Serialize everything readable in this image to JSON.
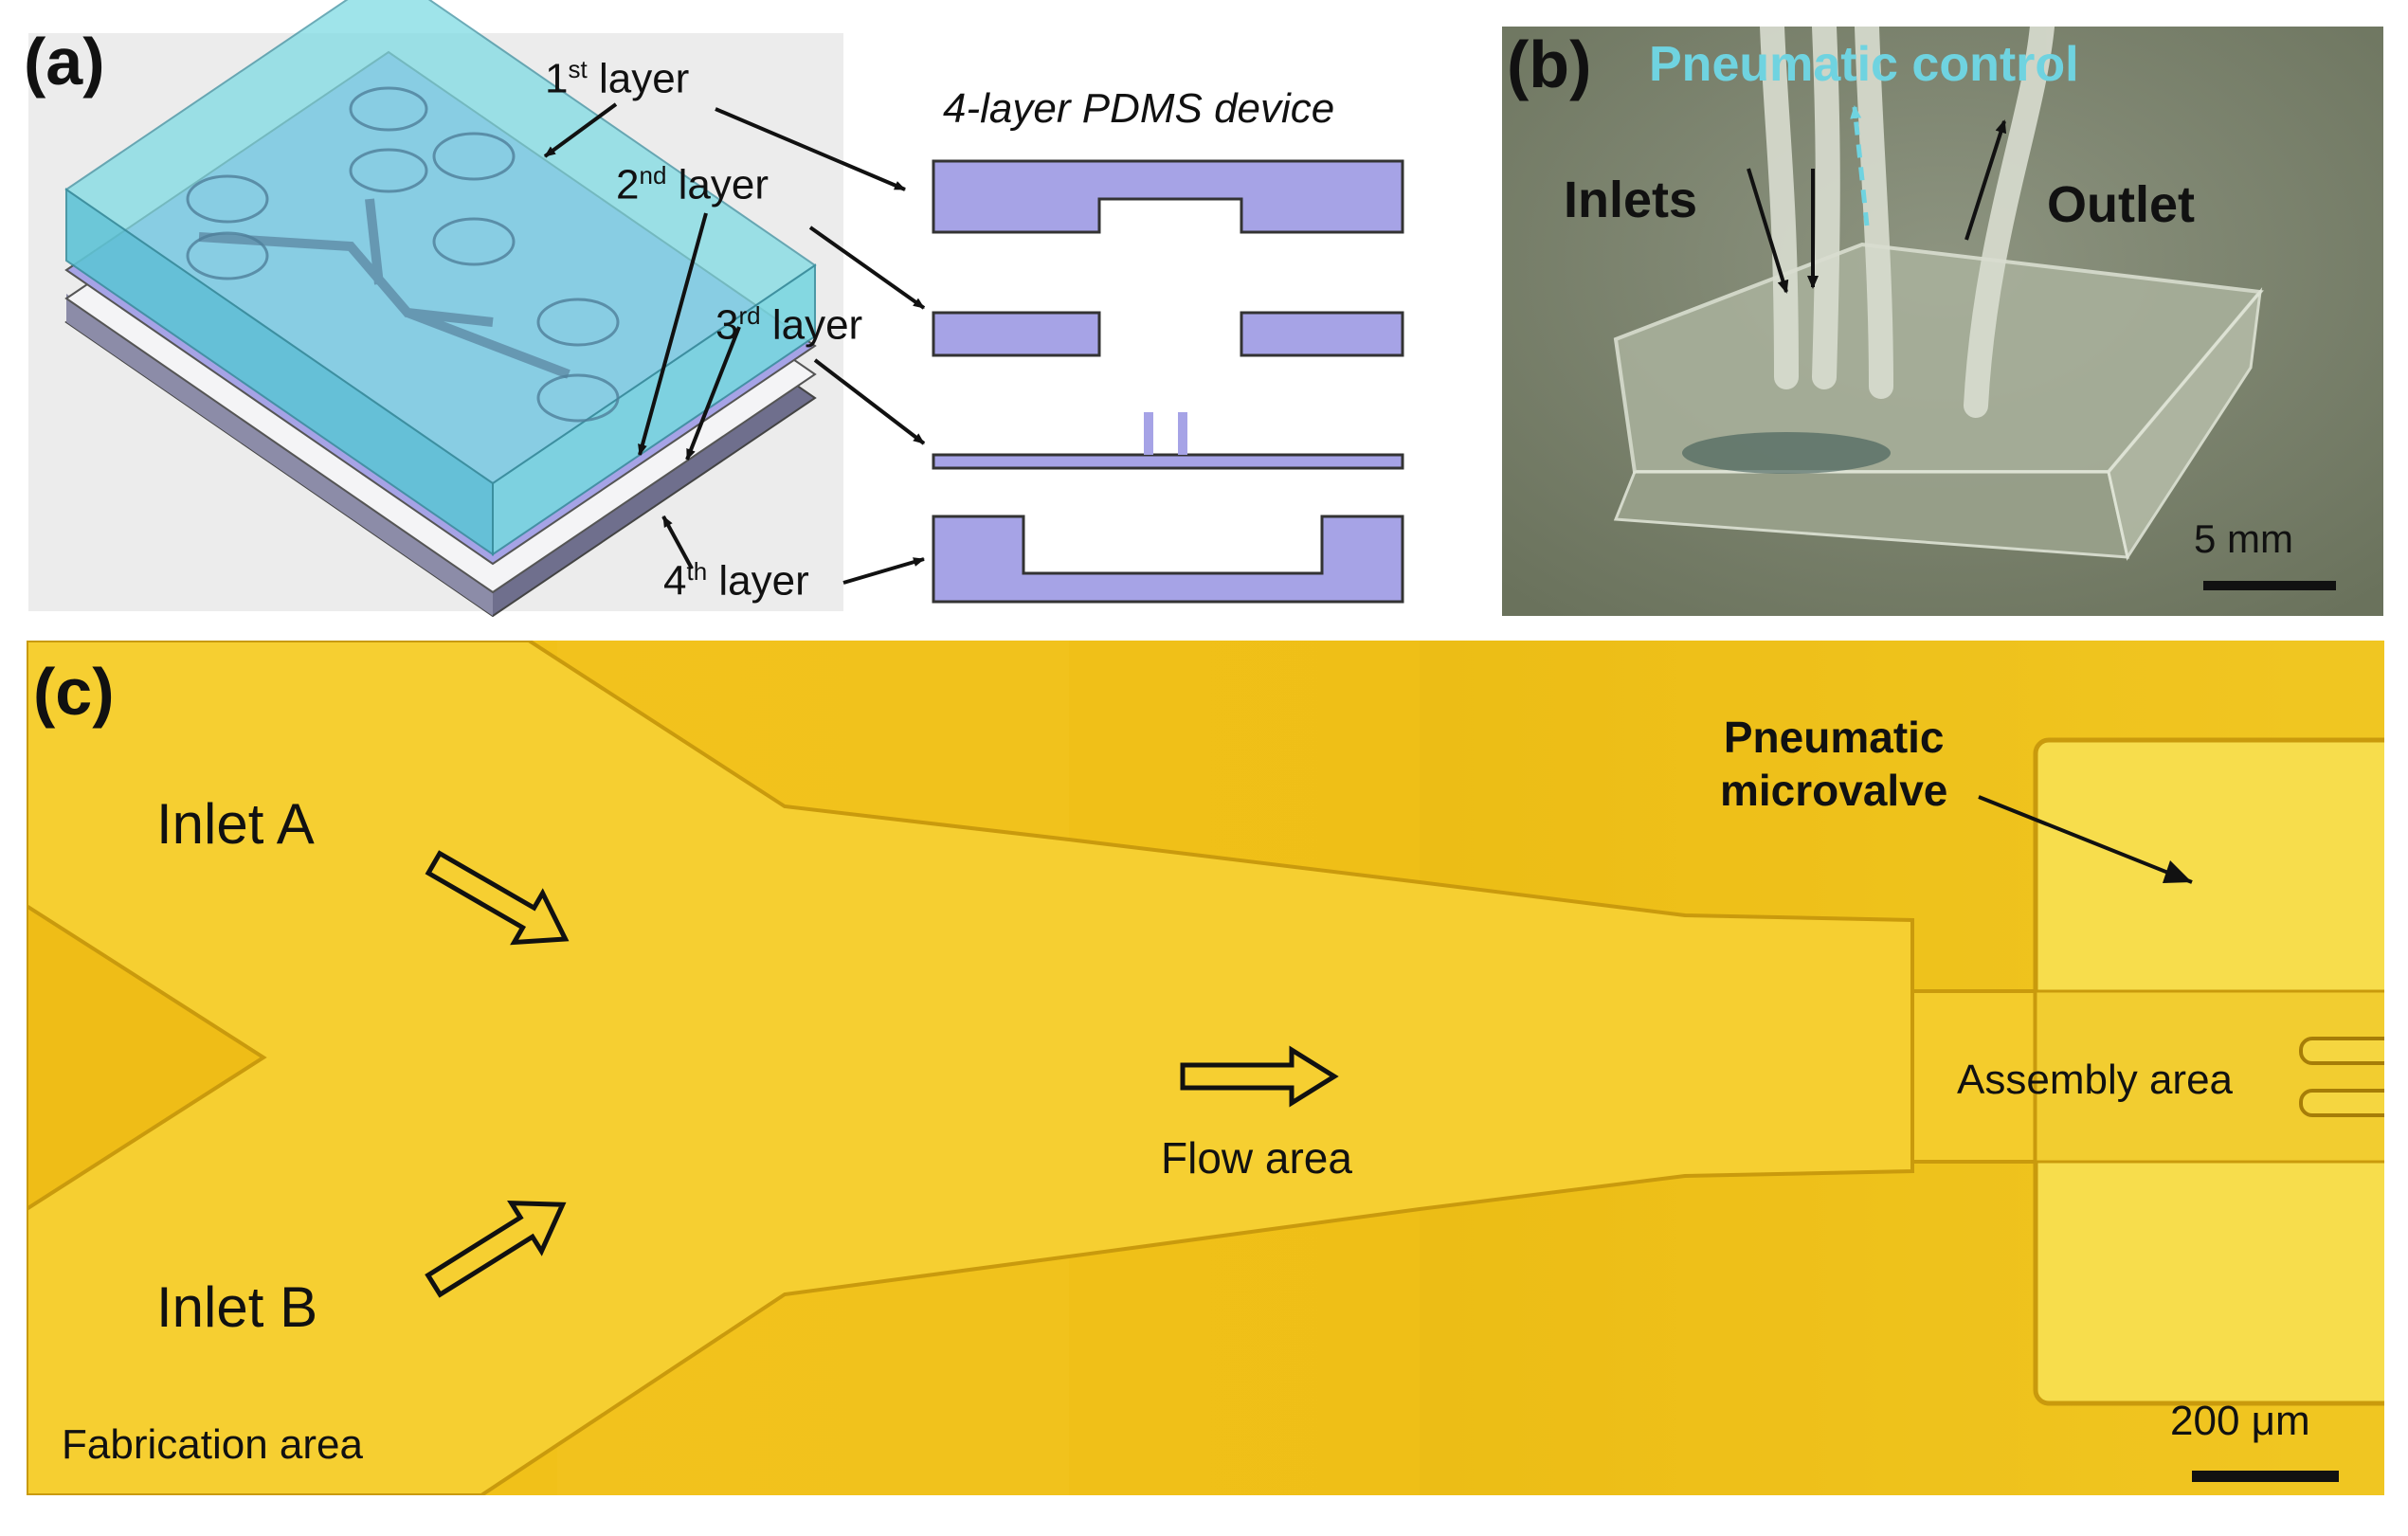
{
  "panel_a": {
    "label": "(a)",
    "layers": [
      "1",
      "2",
      "3",
      "4"
    ],
    "layer_sup": [
      "st",
      "nd",
      "rd",
      "th"
    ],
    "layer_word": "layer",
    "device_title": "4-layer PDMS device",
    "colors": {
      "layer_fill": "#a6a3e6",
      "top_block": "#66d5de",
      "bg": "#eeeeee"
    }
  },
  "panel_b": {
    "label": "(b)",
    "pneumatic_control": "Pneumatic control",
    "inlets": "Inlets",
    "outlet": "Outlet",
    "scale_bar": "5 mm",
    "colors": {
      "pneumatic": "#6fd3e0",
      "bg": "#7d8570"
    }
  },
  "panel_c": {
    "label": "(c)",
    "inlet_a": "Inlet A",
    "inlet_b": "Inlet B",
    "flow_area": "Flow area",
    "pneumatic_microvalve_line1": "Pneumatic",
    "pneumatic_microvalve_line2": "microvalve",
    "assembly_area": "Assembly area",
    "fabrication_area": "Fabrication area",
    "scale_bar": "200 μm",
    "colors": {
      "bg": "#f0c01a",
      "channel": "#f7d033"
    }
  }
}
